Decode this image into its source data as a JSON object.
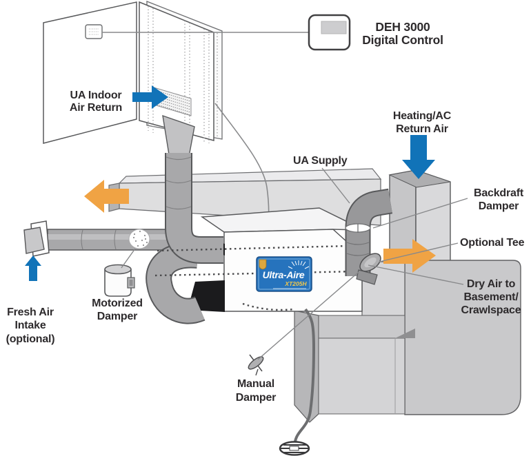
{
  "labels": {
    "deh": {
      "l1": "DEH 3000",
      "l2": "Digital Control"
    },
    "ua_indoor": {
      "l1": "UA Indoor",
      "l2": "Air Return"
    },
    "ua_supply": {
      "l1": "UA Supply"
    },
    "heating": {
      "l1": "Heating/AC",
      "l2": "Return Air"
    },
    "backdraft": {
      "l1": "Backdraft",
      "l2": "Damper"
    },
    "optional_tee": {
      "l1": "Optional Tee"
    },
    "dry_air": {
      "l1": "Dry Air to",
      "l2": "Basement/",
      "l3": "Crawlspace"
    },
    "motorized": {
      "l1": "Motorized",
      "l2": "Damper"
    },
    "fresh_air": {
      "l1": "Fresh Air",
      "l2": "Intake",
      "l3": "(optional)"
    },
    "manual": {
      "l1": "Manual",
      "l2": "Damper"
    }
  },
  "unit_label": {
    "brand": "Ultra-Aire",
    "model": "XT205H"
  },
  "colors": {
    "arrow_blue": "#1173b8",
    "arrow_orange": "#f0a344",
    "unit_label_blue": "#2673bd"
  }
}
